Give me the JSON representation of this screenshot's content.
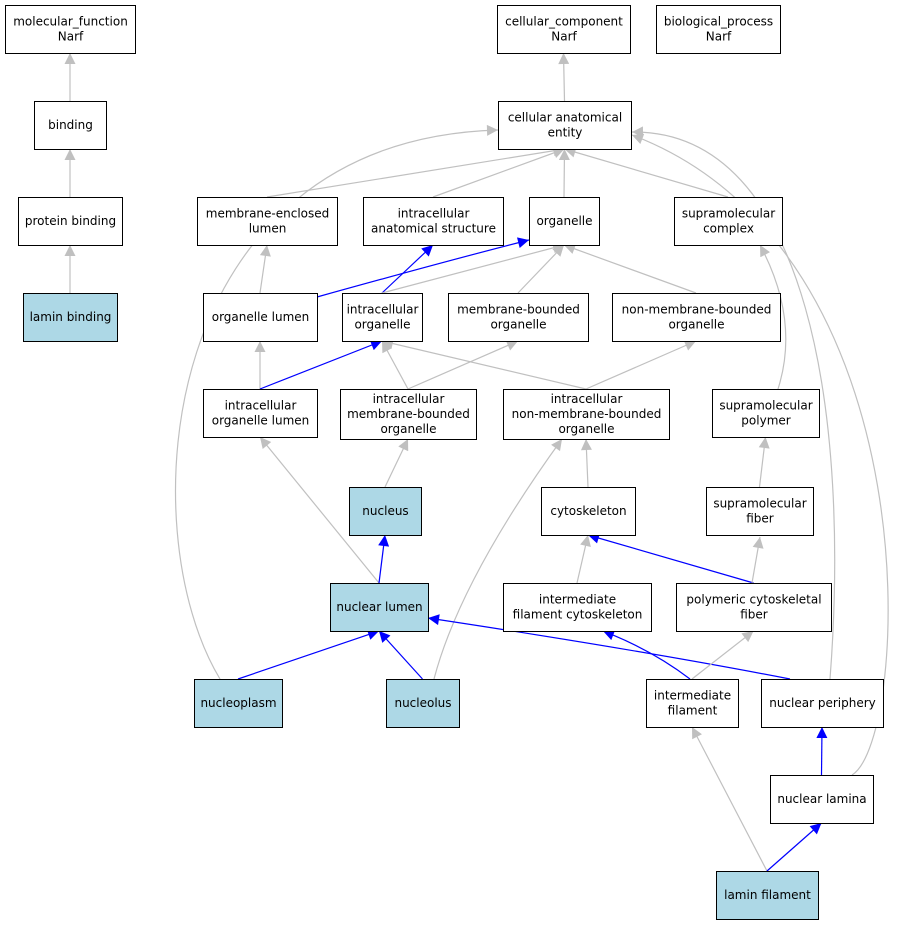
{
  "colors": {
    "default_fill": "#ffffff",
    "highlight_fill": "#add8e6",
    "is_a_edge": "#c0c0c0",
    "part_of_edge": "#0000ff",
    "border": "#000000"
  },
  "legend": {},
  "nodes": [
    {
      "id": "molecular_function",
      "lines": [
        "molecular_function",
        "Narf"
      ],
      "highlight": false
    },
    {
      "id": "cellular_component",
      "lines": [
        "cellular_component",
        "Narf"
      ],
      "highlight": false
    },
    {
      "id": "biological_process",
      "lines": [
        "biological_process",
        "Narf"
      ],
      "highlight": false
    },
    {
      "id": "binding",
      "lines": [
        "binding"
      ],
      "highlight": false
    },
    {
      "id": "cellular_anatomical_entity",
      "lines": [
        "cellular anatomical",
        "entity"
      ],
      "highlight": false
    },
    {
      "id": "protein_binding",
      "lines": [
        "protein binding"
      ],
      "highlight": false
    },
    {
      "id": "membrane_enclosed_lumen",
      "lines": [
        "membrane-enclosed",
        "lumen"
      ],
      "highlight": false
    },
    {
      "id": "intracellular_anatomical_structure",
      "lines": [
        "intracellular",
        "anatomical structure"
      ],
      "highlight": false
    },
    {
      "id": "organelle",
      "lines": [
        "organelle"
      ],
      "highlight": false
    },
    {
      "id": "supramolecular_complex",
      "lines": [
        "supramolecular",
        "complex"
      ],
      "highlight": false
    },
    {
      "id": "lamin_binding",
      "lines": [
        "lamin binding"
      ],
      "highlight": true
    },
    {
      "id": "organelle_lumen",
      "lines": [
        "organelle lumen"
      ],
      "highlight": false
    },
    {
      "id": "intracellular_organelle",
      "lines": [
        "intracellular",
        "organelle"
      ],
      "highlight": false
    },
    {
      "id": "membrane_bounded_organelle",
      "lines": [
        "membrane-bounded",
        "organelle"
      ],
      "highlight": false
    },
    {
      "id": "non_membrane_bounded_organelle",
      "lines": [
        "non-membrane-bounded",
        "organelle"
      ],
      "highlight": false
    },
    {
      "id": "intracellular_organelle_lumen",
      "lines": [
        "intracellular",
        "organelle lumen"
      ],
      "highlight": false
    },
    {
      "id": "intracellular_membrane_bounded_organelle",
      "lines": [
        "intracellular",
        "membrane-bounded",
        "organelle"
      ],
      "highlight": false
    },
    {
      "id": "intracellular_non_membrane_bounded_organelle",
      "lines": [
        "intracellular",
        "non-membrane-bounded",
        "organelle"
      ],
      "highlight": false
    },
    {
      "id": "supramolecular_polymer",
      "lines": [
        "supramolecular",
        "polymer"
      ],
      "highlight": false
    },
    {
      "id": "nucleus",
      "lines": [
        "nucleus"
      ],
      "highlight": true
    },
    {
      "id": "cytoskeleton",
      "lines": [
        "cytoskeleton"
      ],
      "highlight": false
    },
    {
      "id": "supramolecular_fiber",
      "lines": [
        "supramolecular",
        "fiber"
      ],
      "highlight": false
    },
    {
      "id": "nuclear_lumen",
      "lines": [
        "nuclear lumen"
      ],
      "highlight": true
    },
    {
      "id": "intermediate_filament_cytoskeleton",
      "lines": [
        "intermediate",
        "filament cytoskeleton"
      ],
      "highlight": false
    },
    {
      "id": "polymeric_cytoskeletal_fiber",
      "lines": [
        "polymeric cytoskeletal",
        "fiber"
      ],
      "highlight": false
    },
    {
      "id": "nucleoplasm",
      "lines": [
        "nucleoplasm"
      ],
      "highlight": true
    },
    {
      "id": "nucleolus",
      "lines": [
        "nucleolus"
      ],
      "highlight": true
    },
    {
      "id": "intermediate_filament",
      "lines": [
        "intermediate",
        "filament"
      ],
      "highlight": false
    },
    {
      "id": "nuclear_periphery",
      "lines": [
        "nuclear periphery"
      ],
      "highlight": false
    },
    {
      "id": "nuclear_lamina",
      "lines": [
        "nuclear lamina"
      ],
      "highlight": false
    },
    {
      "id": "lamin_filament",
      "lines": [
        "lamin filament"
      ],
      "highlight": true
    }
  ],
  "edges": [
    {
      "from": "binding",
      "to": "molecular_function",
      "relation": "is_a"
    },
    {
      "from": "protein_binding",
      "to": "binding",
      "relation": "is_a"
    },
    {
      "from": "lamin_binding",
      "to": "protein_binding",
      "relation": "is_a"
    },
    {
      "from": "cellular_anatomical_entity",
      "to": "cellular_component",
      "relation": "is_a"
    },
    {
      "from": "membrane_enclosed_lumen",
      "to": "cellular_anatomical_entity",
      "relation": "is_a"
    },
    {
      "from": "intracellular_anatomical_structure",
      "to": "cellular_anatomical_entity",
      "relation": "is_a"
    },
    {
      "from": "organelle",
      "to": "cellular_anatomical_entity",
      "relation": "is_a"
    },
    {
      "from": "supramolecular_complex",
      "to": "cellular_anatomical_entity",
      "relation": "is_a"
    },
    {
      "from": "nucleoplasm",
      "to": "cellular_anatomical_entity",
      "relation": "is_a"
    },
    {
      "from": "nuclear_periphery",
      "to": "cellular_anatomical_entity",
      "relation": "is_a"
    },
    {
      "from": "nuclear_lamina",
      "to": "cellular_anatomical_entity",
      "relation": "is_a"
    },
    {
      "from": "organelle_lumen",
      "to": "membrane_enclosed_lumen",
      "relation": "is_a"
    },
    {
      "from": "organelle_lumen",
      "to": "organelle",
      "relation": "part_of"
    },
    {
      "from": "intracellular_organelle",
      "to": "intracellular_anatomical_structure",
      "relation": "part_of"
    },
    {
      "from": "intracellular_organelle",
      "to": "organelle",
      "relation": "is_a"
    },
    {
      "from": "membrane_bounded_organelle",
      "to": "organelle",
      "relation": "is_a"
    },
    {
      "from": "non_membrane_bounded_organelle",
      "to": "organelle",
      "relation": "is_a"
    },
    {
      "from": "intracellular_organelle_lumen",
      "to": "organelle_lumen",
      "relation": "is_a"
    },
    {
      "from": "intracellular_organelle_lumen",
      "to": "intracellular_organelle",
      "relation": "part_of"
    },
    {
      "from": "intracellular_membrane_bounded_organelle",
      "to": "intracellular_organelle",
      "relation": "is_a"
    },
    {
      "from": "intracellular_membrane_bounded_organelle",
      "to": "membrane_bounded_organelle",
      "relation": "is_a"
    },
    {
      "from": "intracellular_non_membrane_bounded_organelle",
      "to": "intracellular_organelle",
      "relation": "is_a"
    },
    {
      "from": "intracellular_non_membrane_bounded_organelle",
      "to": "non_membrane_bounded_organelle",
      "relation": "is_a"
    },
    {
      "from": "supramolecular_polymer",
      "to": "supramolecular_complex",
      "relation": "is_a"
    },
    {
      "from": "supramolecular_fiber",
      "to": "supramolecular_polymer",
      "relation": "is_a"
    },
    {
      "from": "nucleus",
      "to": "intracellular_membrane_bounded_organelle",
      "relation": "is_a"
    },
    {
      "from": "cytoskeleton",
      "to": "intracellular_non_membrane_bounded_organelle",
      "relation": "is_a"
    },
    {
      "from": "nuclear_lumen",
      "to": "intracellular_organelle_lumen",
      "relation": "is_a"
    },
    {
      "from": "nuclear_lumen",
      "to": "nucleus",
      "relation": "part_of"
    },
    {
      "from": "intermediate_filament_cytoskeleton",
      "to": "cytoskeleton",
      "relation": "is_a"
    },
    {
      "from": "polymeric_cytoskeletal_fiber",
      "to": "cytoskeleton",
      "relation": "part_of"
    },
    {
      "from": "polymeric_cytoskeletal_fiber",
      "to": "supramolecular_fiber",
      "relation": "is_a"
    },
    {
      "from": "nucleoplasm",
      "to": "nuclear_lumen",
      "relation": "part_of"
    },
    {
      "from": "nucleolus",
      "to": "nuclear_lumen",
      "relation": "part_of"
    },
    {
      "from": "nucleolus",
      "to": "intracellular_non_membrane_bounded_organelle",
      "relation": "is_a"
    },
    {
      "from": "nuclear_periphery",
      "to": "nuclear_lumen",
      "relation": "part_of"
    },
    {
      "from": "intermediate_filament",
      "to": "intermediate_filament_cytoskeleton",
      "relation": "part_of"
    },
    {
      "from": "intermediate_filament",
      "to": "polymeric_cytoskeletal_fiber",
      "relation": "is_a"
    },
    {
      "from": "nuclear_lamina",
      "to": "nuclear_periphery",
      "relation": "part_of"
    },
    {
      "from": "lamin_filament",
      "to": "intermediate_filament",
      "relation": "is_a"
    },
    {
      "from": "lamin_filament",
      "to": "nuclear_lamina",
      "relation": "part_of"
    }
  ]
}
